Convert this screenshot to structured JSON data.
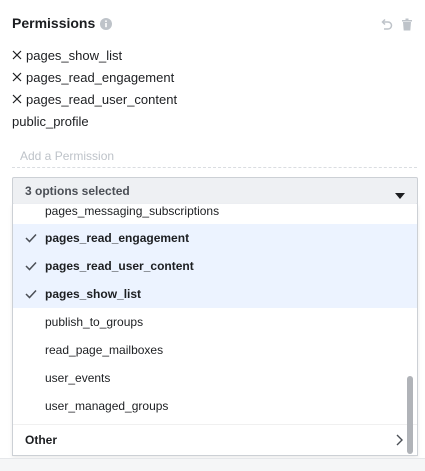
{
  "panel": {
    "title": "Permissions"
  },
  "permissions": [
    {
      "label": "pages_show_list",
      "removable": true
    },
    {
      "label": "pages_read_engagement",
      "removable": true
    },
    {
      "label": "pages_read_user_content",
      "removable": true
    },
    {
      "label": "public_profile",
      "removable": false
    }
  ],
  "add_input": {
    "placeholder": "Add a Permission"
  },
  "select": {
    "summary": "3 options selected"
  },
  "options": [
    {
      "label": "pages_messaging_subscriptions",
      "selected": false
    },
    {
      "label": "pages_read_engagement",
      "selected": true
    },
    {
      "label": "pages_read_user_content",
      "selected": true
    },
    {
      "label": "pages_show_list",
      "selected": true
    },
    {
      "label": "publish_to_groups",
      "selected": false
    },
    {
      "label": "read_page_mailboxes",
      "selected": false
    },
    {
      "label": "user_events",
      "selected": false
    },
    {
      "label": "user_managed_groups",
      "selected": false
    }
  ],
  "other": {
    "label": "Other"
  },
  "colors": {
    "selected_bg": "#ecf3ff",
    "bar_bg": "#eef0f3",
    "icon": "#8d949e"
  },
  "icons": [
    "info-icon",
    "undo-icon",
    "trash-icon",
    "close-icon",
    "caret-down-icon",
    "check-icon",
    "chevron-right-icon"
  ]
}
